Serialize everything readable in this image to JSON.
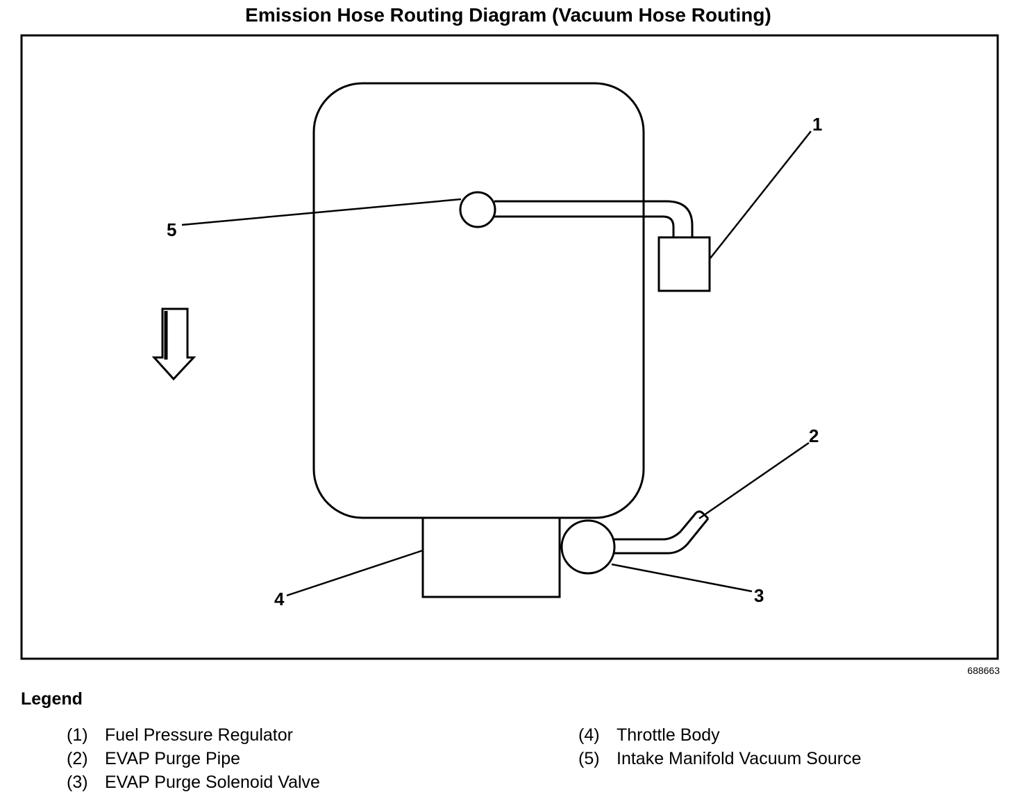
{
  "title": "Emission Hose Routing Diagram (Vacuum Hose Routing)",
  "figure_id": "688663",
  "callouts": [
    "1",
    "2",
    "3",
    "4",
    "5"
  ],
  "legend": {
    "title": "Legend",
    "left": [
      {
        "num": "(1)",
        "label": "Fuel Pressure Regulator"
      },
      {
        "num": "(2)",
        "label": "EVAP Purge Pipe"
      },
      {
        "num": "(3)",
        "label": "EVAP Purge Solenoid Valve"
      }
    ],
    "right": [
      {
        "num": "(4)",
        "label": "Throttle Body"
      },
      {
        "num": "(5)",
        "label": "Intake Manifold Vacuum Source"
      }
    ]
  },
  "colors": {
    "line": "#000000",
    "background": "#ffffff"
  }
}
